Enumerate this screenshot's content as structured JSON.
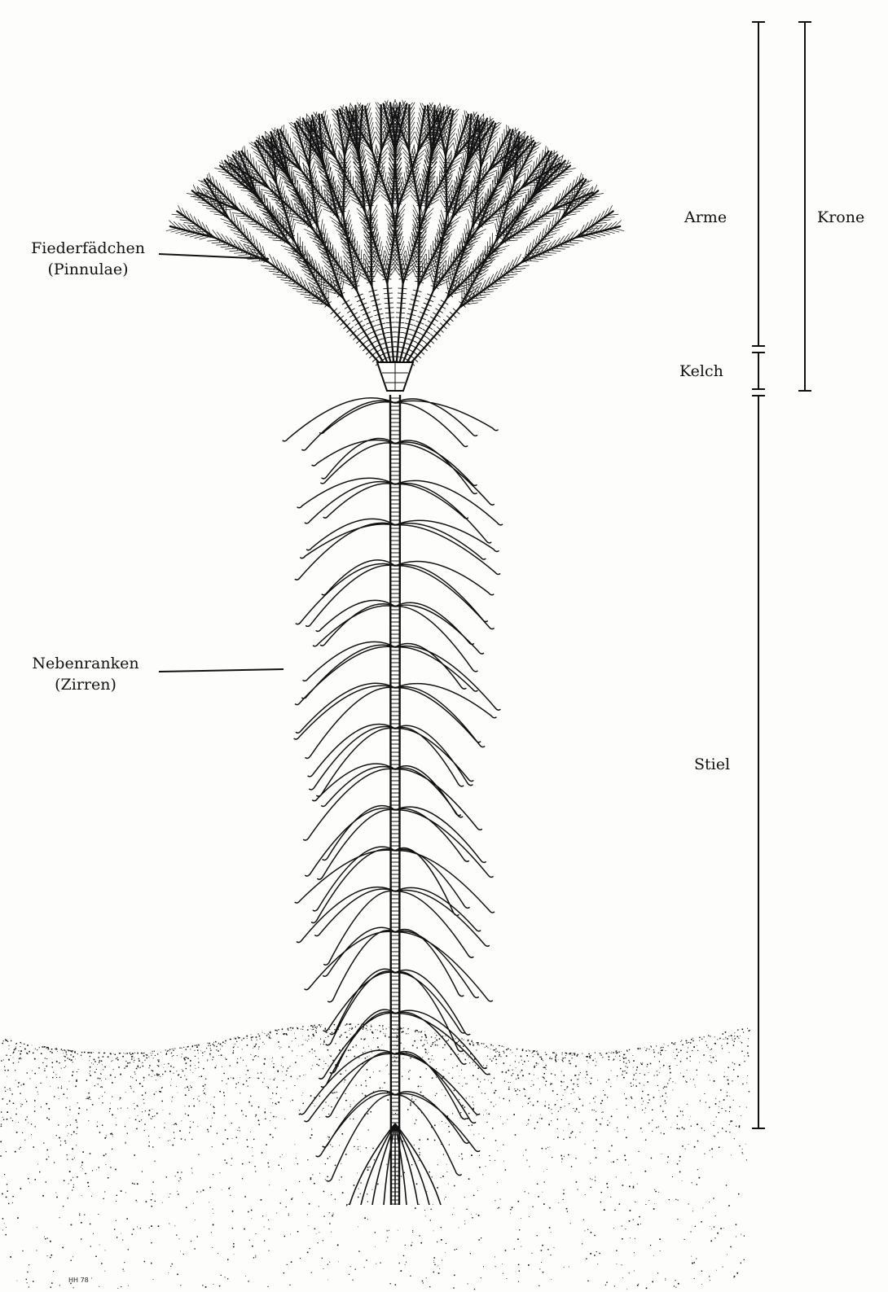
{
  "labels": {
    "pinnulae_line1": "Fiederfädchen",
    "pinnulae_line2": "(Pinnulae)",
    "cirri_line1": "Nebenranken",
    "cirri_line2": "(Zirren)",
    "arms": "Arme",
    "calyx": "Kelch",
    "stem": "Stiel",
    "crown": "Krone"
  },
  "signature": "HH 78",
  "colors": {
    "ink": "#111111",
    "paper": "#fdfdfb"
  }
}
